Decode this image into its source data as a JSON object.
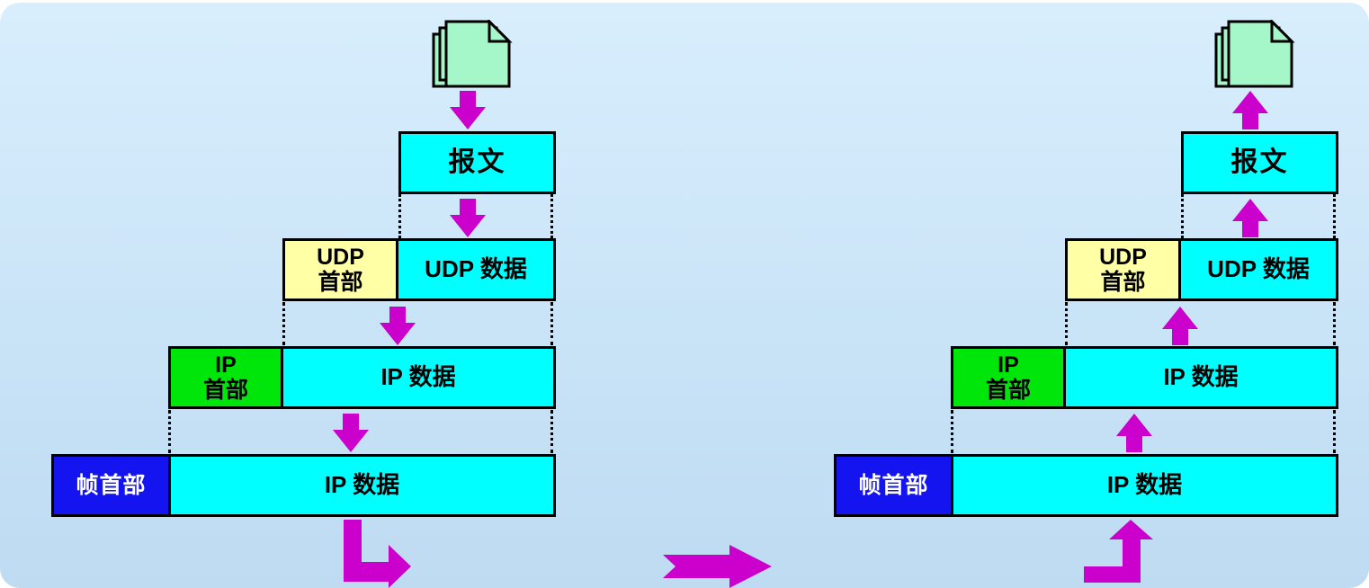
{
  "colors": {
    "bg-top": "#D8EEFD",
    "bg-bottom": "#BEDBF2",
    "cyan": "#00FFFF",
    "yellow": "#FFFFA6",
    "green": "#00E60A",
    "blue": "#1414F0",
    "magenta": "#CC00CC",
    "page": "#A5F7C9",
    "ink": "#000000"
  },
  "sender": {
    "message": "报文",
    "udp_header": "UDP\n首部",
    "udp_data": "UDP 数据",
    "ip_header": "IP\n首部",
    "ip_data": "IP 数据",
    "frame_header": "帧首部",
    "frame_ip_data": "IP 数据"
  },
  "receiver": {
    "message": "报文",
    "udp_header": "UDP\n首部",
    "udp_data": "UDP 数据",
    "ip_header": "IP\n首部",
    "ip_data": "IP 数据",
    "frame_header": "帧首部",
    "frame_ip_data": "IP 数据"
  },
  "icons": {
    "sender_source": "document-stack-icon",
    "receiver_destination": "document-stack-icon",
    "sender_flow": "down-arrow-icon",
    "receiver_flow": "up-arrow-icon",
    "sender_exit": "elbow-down-right-arrow-icon",
    "link_transfer": "right-arrow-icon",
    "receiver_entry": "elbow-right-up-arrow-icon"
  }
}
